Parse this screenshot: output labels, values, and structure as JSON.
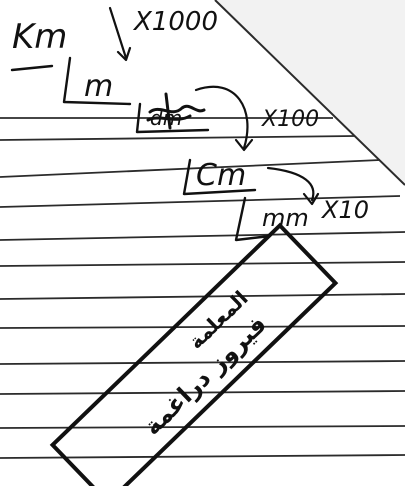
{
  "note": {
    "units": {
      "km": "Km",
      "m": "m",
      "dm": "dm",
      "cm": "Cm",
      "mm": "mm"
    },
    "factors": {
      "km_to_m": "X1000",
      "dm_to_cm": "X100",
      "cm_to_mm": "X10"
    }
  },
  "stamp": {
    "title": "المعلمة",
    "name": "فيروز دراغمة"
  },
  "colors": {
    "ink": "#111111",
    "line": "#2b2b2b",
    "paper": "#ffffff",
    "shadow": "#dcdcdc"
  }
}
